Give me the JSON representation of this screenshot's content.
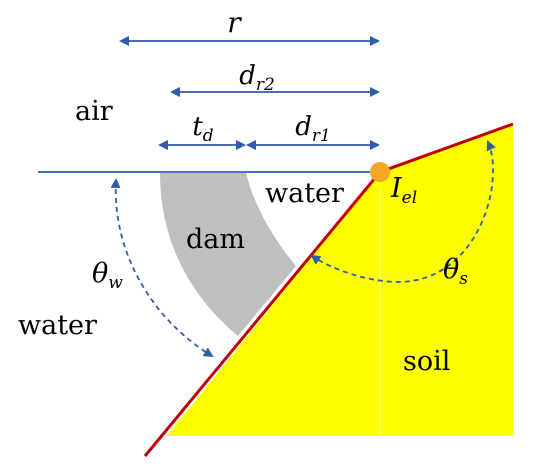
{
  "labels": {
    "r": "r",
    "dr2": {
      "base": "d",
      "sub": "r2"
    },
    "td": {
      "base": "t",
      "sub": "d"
    },
    "dr1": {
      "base": "d",
      "sub": "r1"
    },
    "air": "air",
    "water_top": "water",
    "water_left": "water",
    "dam": "dam",
    "soil": "soil",
    "theta_w": {
      "base": "θ",
      "sub": "w"
    },
    "theta_s": {
      "base": "θ",
      "sub": "s"
    },
    "iel": {
      "base": "I",
      "sub": "el"
    }
  },
  "colors": {
    "soil_fill": "#ffff00",
    "dam_fill": "#bfbfbf",
    "slope_line": "#c00000",
    "dimension_arrow": "#2e5ea8",
    "water_surface": "#4472c4",
    "angle_arc": "#2e5ea8",
    "electrode_dot": "#f5a623",
    "text": "#000000"
  },
  "icons": {
    "electrode": "orange-dot-icon"
  }
}
